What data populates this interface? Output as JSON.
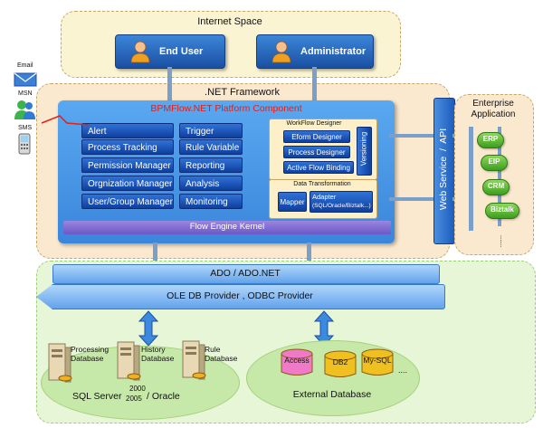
{
  "internet_space": {
    "title": "Internet Space",
    "end_user": "End User",
    "administrator": "Administrator"
  },
  "net_framework": {
    "title": ".NET Framework",
    "component_title": "BPMFlow.NET Platform Component",
    "left_items": [
      "Alert",
      "Process Tracking",
      "Permission Manager",
      "Orgnization Manager",
      "User/Group Manager"
    ],
    "middle_items": [
      "Trigger",
      "Rule Variable",
      "Reporting",
      "Analysis",
      "Monitoring"
    ],
    "workflow_designer": {
      "title": "WorkFlow Designer",
      "items": [
        "Eform Designer",
        "Process Designer",
        "Active Flow Binding"
      ],
      "versioning": "Versioning"
    },
    "data_transformation": {
      "title": "Data Transformation",
      "mapper": "Mapper",
      "adapter_line1": "Adapter",
      "adapter_line2": "(SQL/Oracle/Biztalk...)"
    },
    "engine": "Flow Engine Kernel"
  },
  "notifications": {
    "email": "Email",
    "msn": "MSN",
    "sms": "SMS"
  },
  "web_service": "Web Service  /  API",
  "enterprise": {
    "title_line1": "Enterprise",
    "title_line2": "Application",
    "items": [
      "ERP",
      "EIP",
      "CRM",
      "Biztalk"
    ],
    "ellipsis": "......"
  },
  "data_layer": {
    "ado": "ADO / ADO.NET",
    "oledb": "OLE DB Provider , ODBC Provider"
  },
  "sql_server": {
    "processing_db_line1": "Processing",
    "processing_db_line2": "Database",
    "history_db_line1": "History",
    "history_db_line2": "Database",
    "rule_db_line1": "Rule",
    "rule_db_line2": "Database",
    "label_main": "SQL Server",
    "label_years_1": "2000",
    "label_years_2": "2005",
    "label_oracle": "/ Oracle"
  },
  "external_db": {
    "items": [
      "Access",
      "DB2",
      "My-SQL"
    ],
    "ellipsis": "....",
    "label": "External Database"
  },
  "colors": {
    "accent_blue": "#1f5fc8",
    "title_red": "#e0201a",
    "green_zone": "#e8f6d8"
  }
}
